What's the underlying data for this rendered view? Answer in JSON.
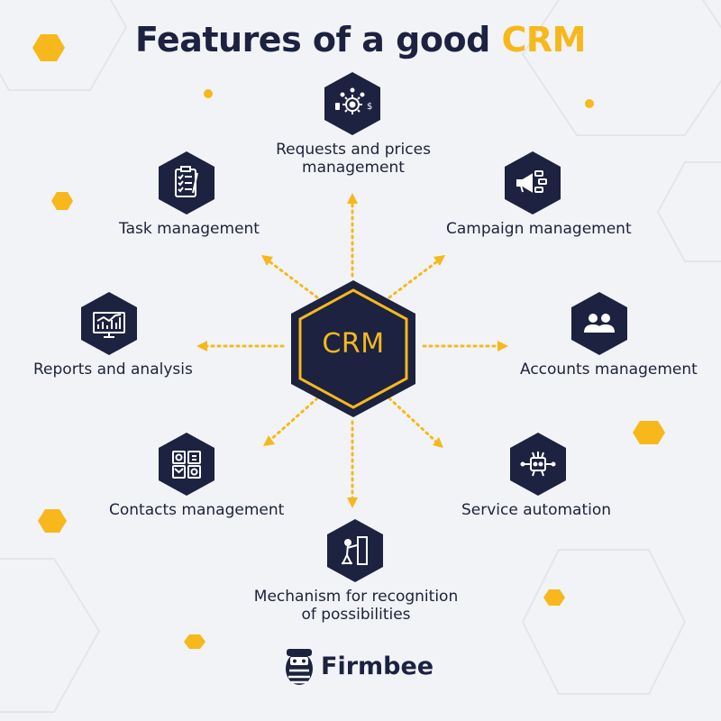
{
  "title": {
    "main": "Features of a good ",
    "accent": "CRM"
  },
  "center": {
    "label": "CRM"
  },
  "features": {
    "requests": [
      "Requests and prices",
      "management"
    ],
    "task": "Task management",
    "campaign": "Campaign management",
    "reports": "Reports and analysis",
    "accounts": "Accounts management",
    "contacts": "Contacts management",
    "service": "Service automation",
    "mechanism": [
      "Mechanism for recognition",
      "of possibilities"
    ]
  },
  "brand": {
    "name": "Firmbee"
  },
  "colors": {
    "navy": "#1c2240",
    "yellow": "#f7b81c",
    "background": "#f2f3f6"
  },
  "icons": {
    "requests": "gear-dollar-icon",
    "task": "clipboard-checklist-icon",
    "campaign": "megaphone-icon",
    "reports": "monitor-chart-icon",
    "accounts": "users-icon",
    "contacts": "contact-cards-icon",
    "service": "robot-chip-icon",
    "mechanism": "person-door-icon"
  }
}
